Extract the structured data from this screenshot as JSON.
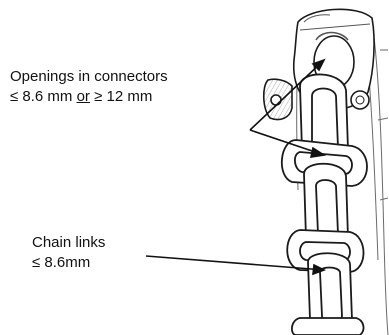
{
  "annotations": {
    "openings": {
      "line1": "Openings in connectors",
      "line2_prefix": "≤ 8.6 mm ",
      "line2_or": "or",
      "line2_suffix": " ≥ 12 mm"
    },
    "chain_links": {
      "line1": "Chain links",
      "line2": "≤ 8.6mm"
    }
  },
  "colors": {
    "ink": "#1a1a1a",
    "shade": "#8a8a8a",
    "fill": "#ffffff"
  }
}
